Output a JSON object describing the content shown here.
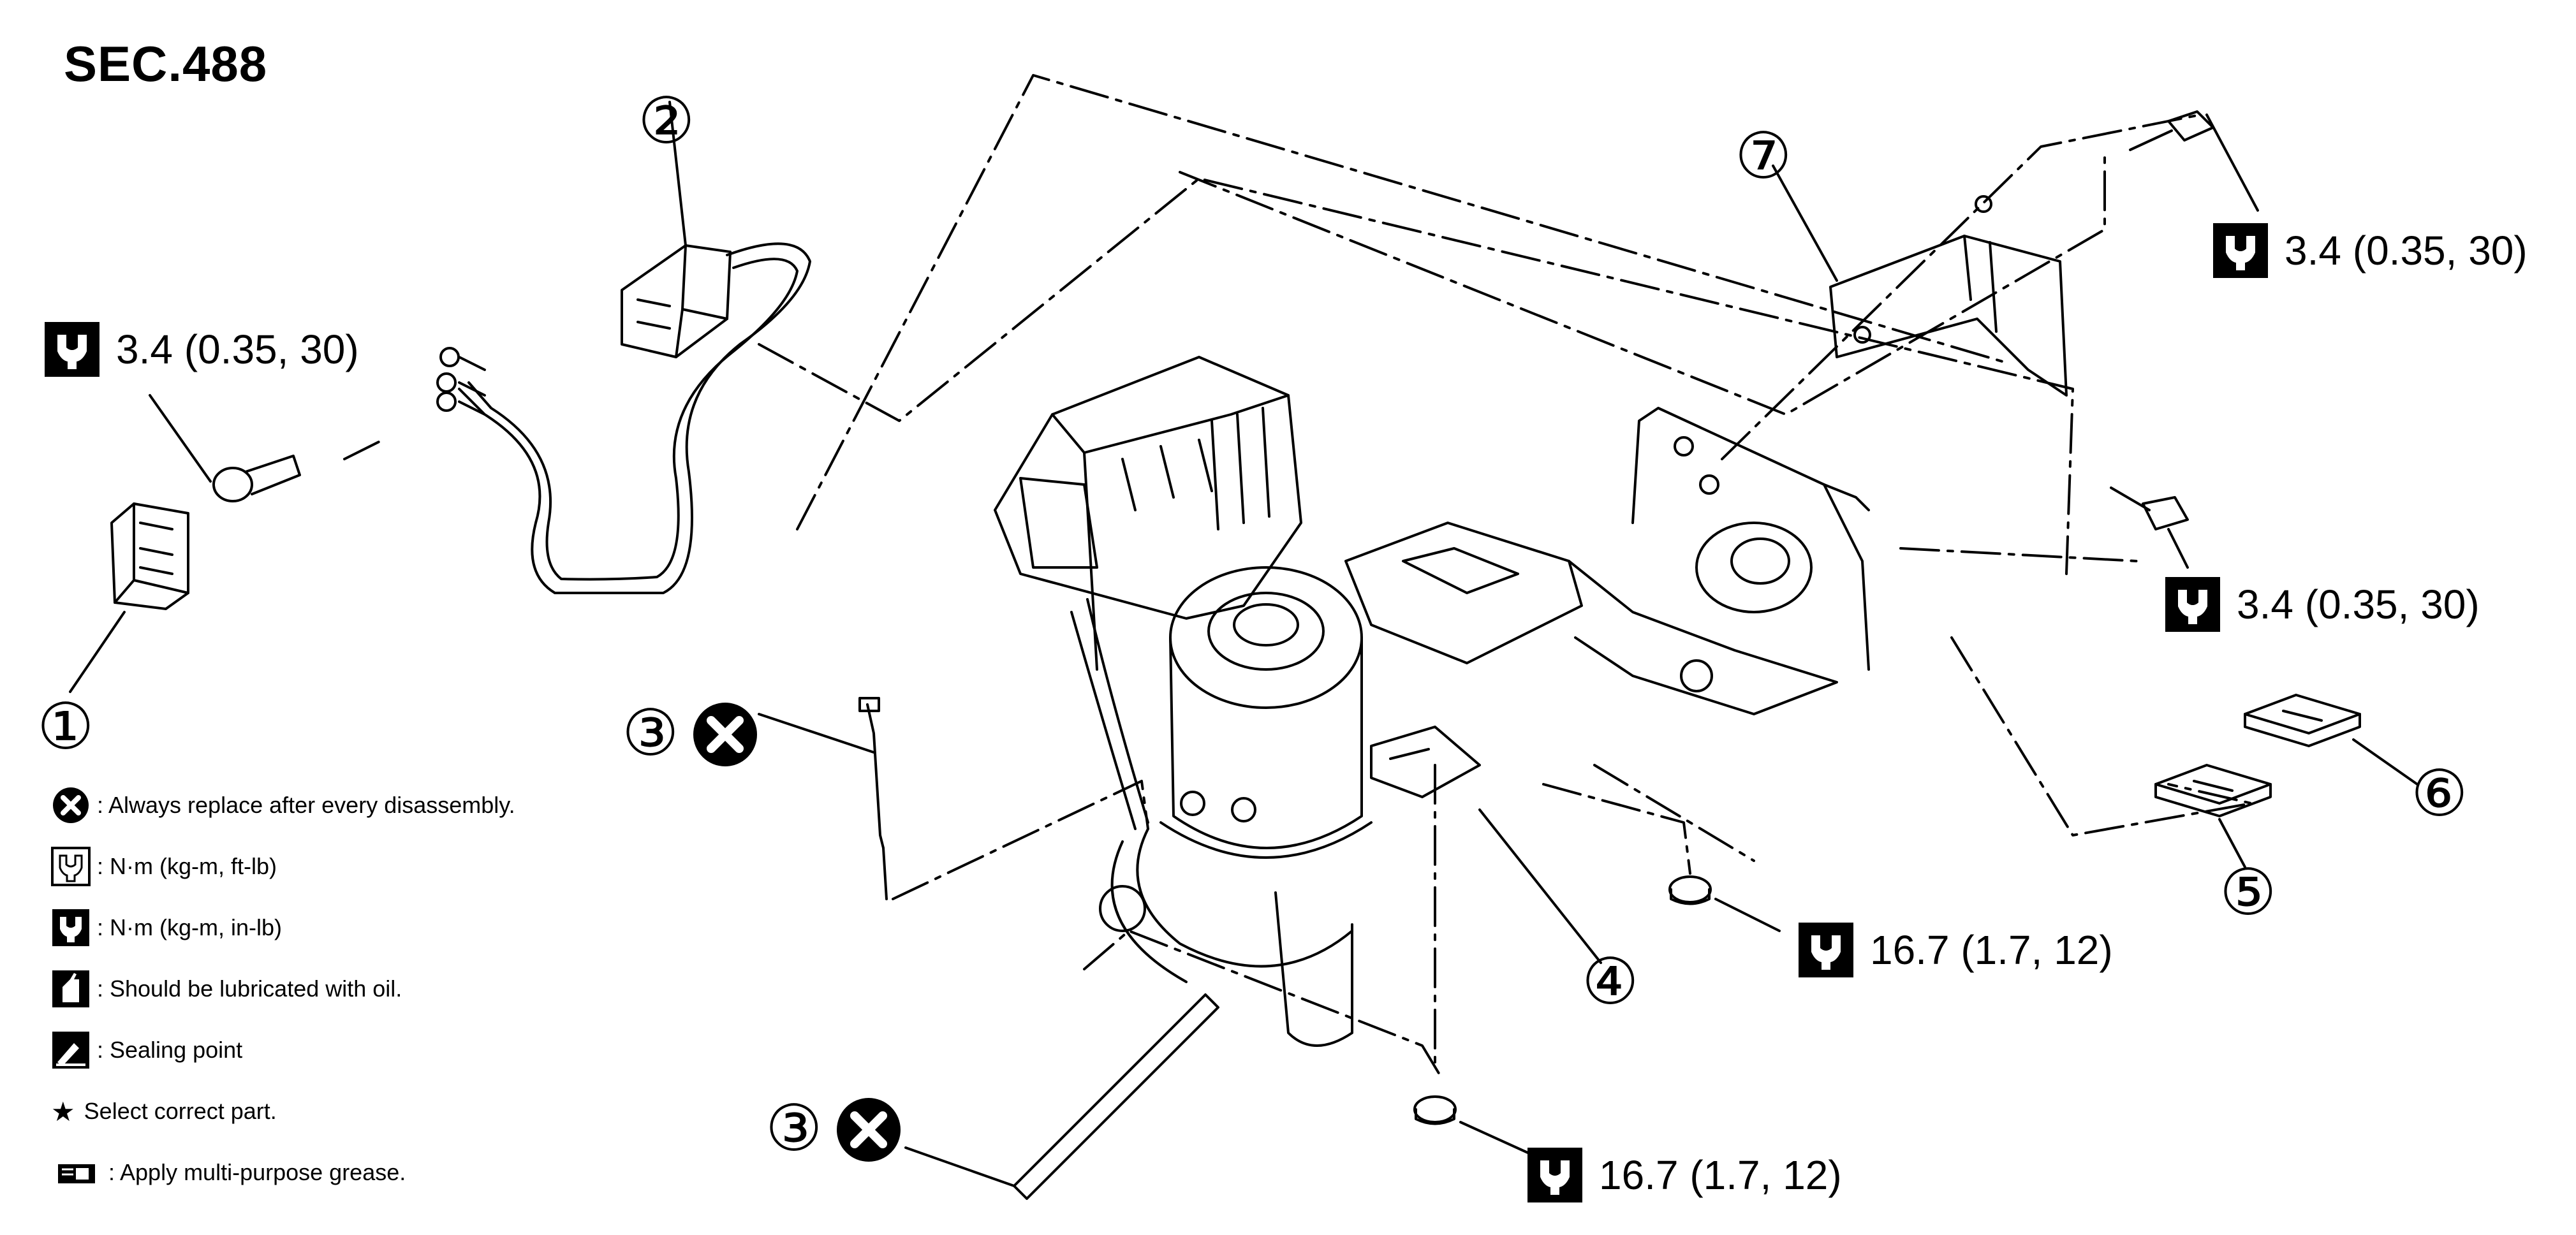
{
  "section": "SEC.488",
  "torques": {
    "t1": "3.4 (0.35, 30)",
    "t2": "3.4 (0.35, 30)",
    "t3": "3.4 (0.35, 30)",
    "t4": "16.7 (1.7, 12)",
    "t5": "16.7 (1.7, 12)"
  },
  "callouts": {
    "c1": "①",
    "c2": "②",
    "c3a": "③",
    "c3b": "③",
    "c4": "④",
    "c5": "⑤",
    "c6": "⑥",
    "c7": "⑦"
  },
  "legend": [
    {
      "icon": "replace-icon",
      "text": ": Always replace after every disassembly."
    },
    {
      "icon": "torque-wrench-icon",
      "text": ": N·m (kg-m, ft-lb)"
    },
    {
      "icon": "torque-wrench-filled-icon",
      "text": ": N·m (kg-m, in-lb)"
    },
    {
      "icon": "oil-can-icon",
      "text": ": Should be lubricated with oil."
    },
    {
      "icon": "sealing-icon",
      "text": ": Sealing point"
    },
    {
      "icon": "star-icon",
      "text": "Select correct part."
    },
    {
      "icon": "grease-icon",
      "text": ": Apply multi-purpose grease."
    }
  ]
}
